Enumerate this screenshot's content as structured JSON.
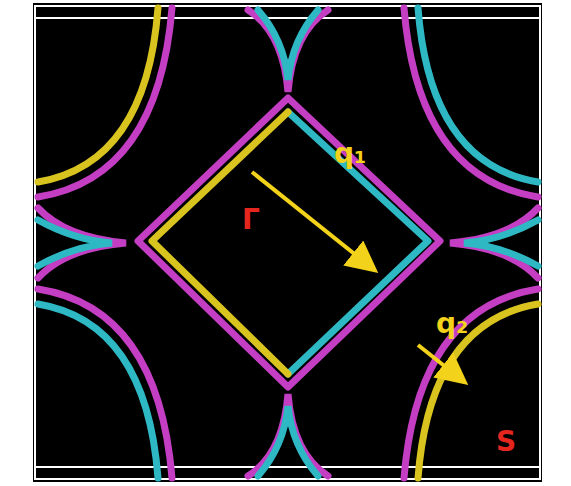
{
  "diagram": {
    "labels": [
      "q₁",
      "Γ",
      "q₂",
      "S"
    ]
  }
}
